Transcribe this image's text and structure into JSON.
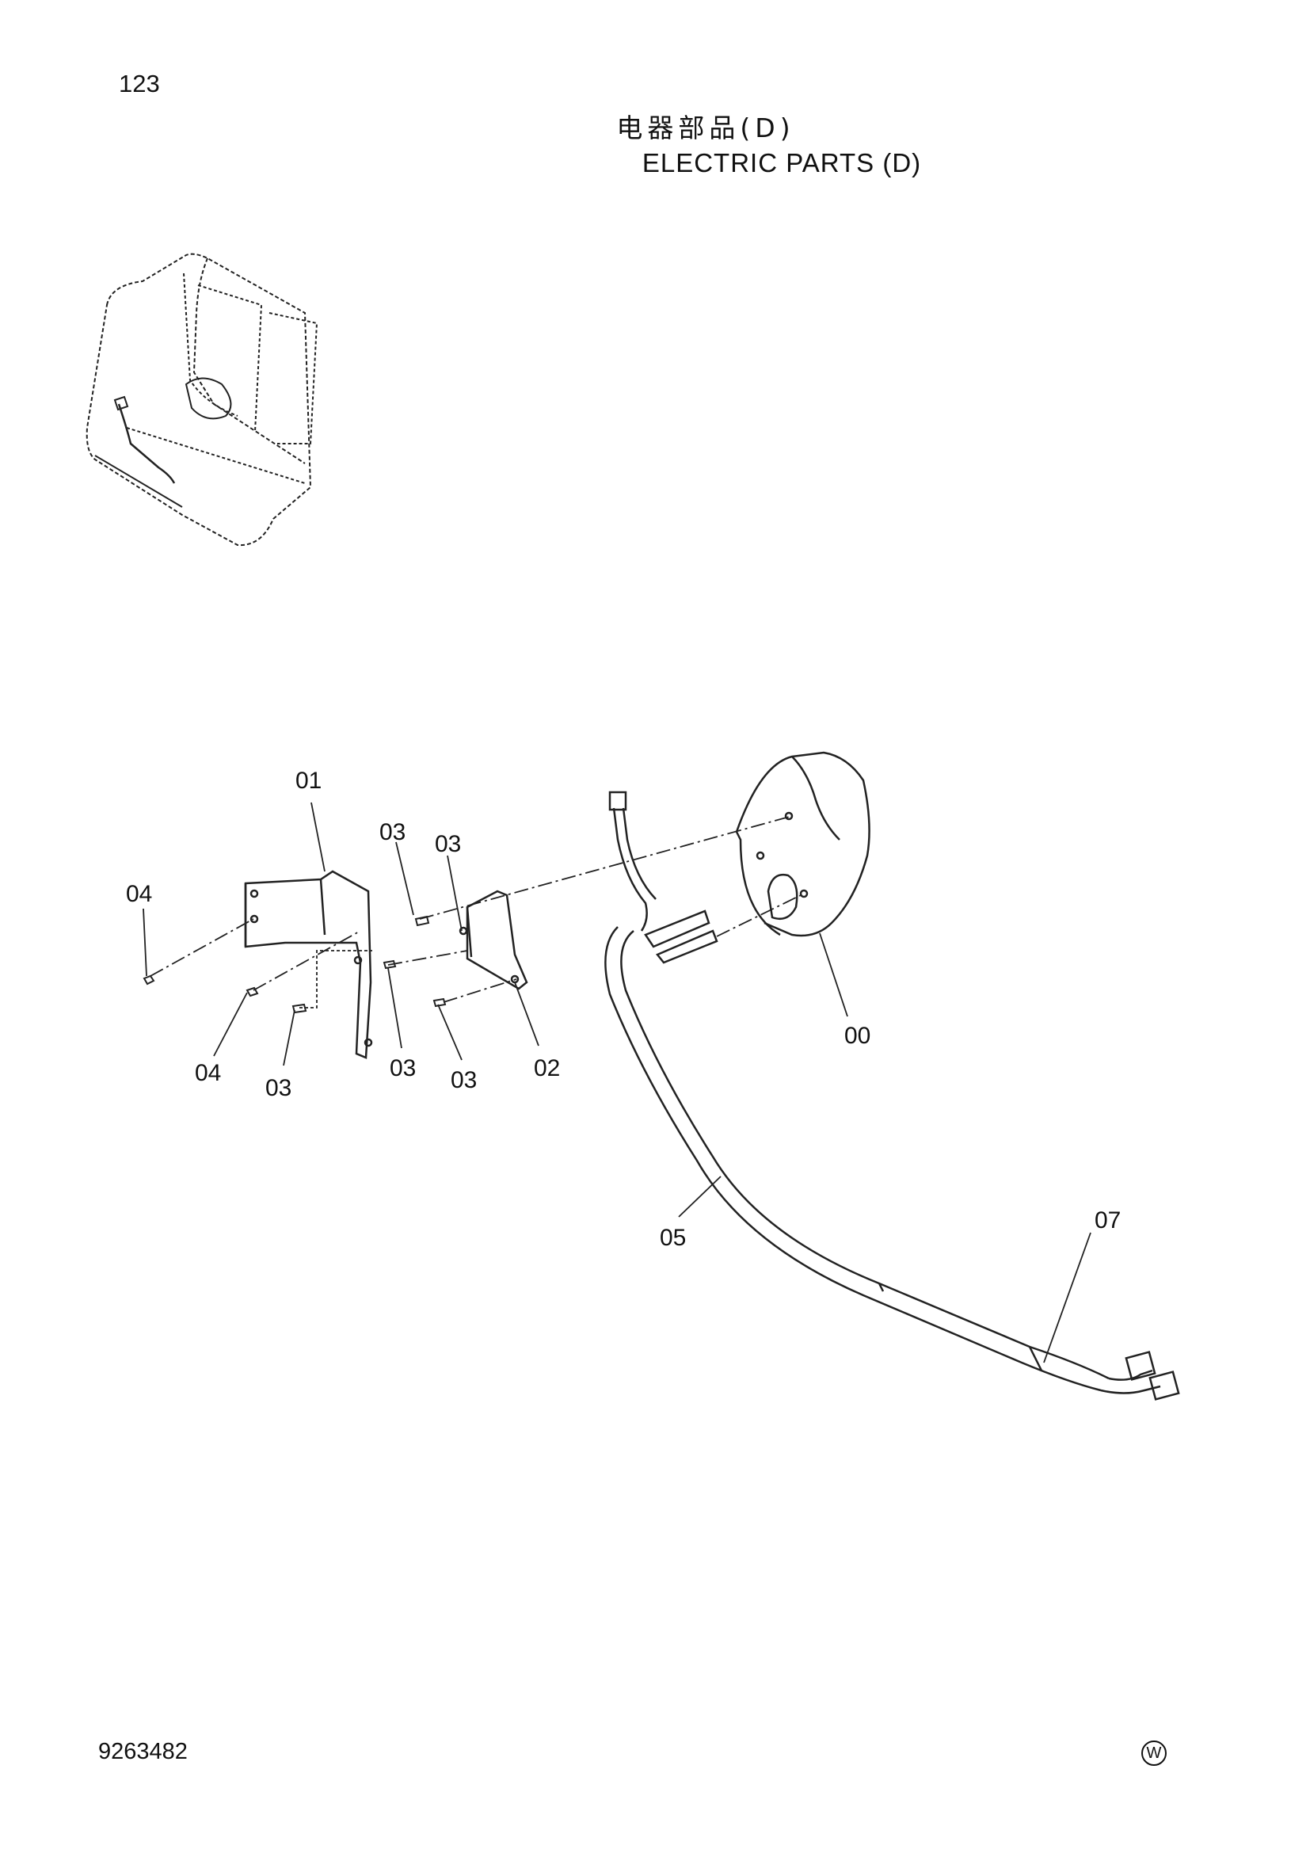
{
  "header": {
    "page_number": "123",
    "title_cn": "电器部品(D)",
    "title_en": "ELECTRIC PARTS (D)"
  },
  "footer": {
    "document_code": "9263482",
    "mark": "W"
  },
  "callouts": [
    "01",
    "03",
    "03",
    "04",
    "04",
    "03",
    "03",
    "03",
    "02",
    "00",
    "05",
    "07"
  ]
}
